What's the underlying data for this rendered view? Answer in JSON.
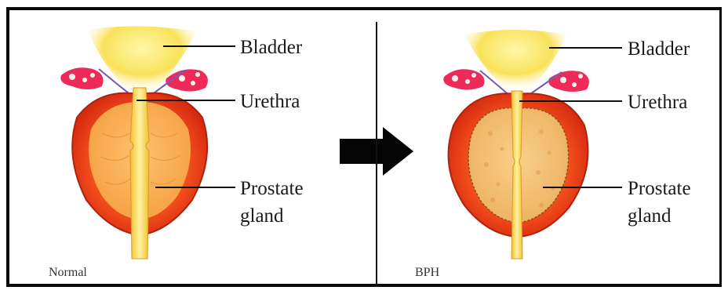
{
  "panels": [
    {
      "caption": "Normal",
      "labels": {
        "bladder": "Bladder",
        "urethra": "Urethra",
        "prostate_line1": "Prostate",
        "prostate_line2": "gland"
      }
    },
    {
      "caption": "BPH",
      "labels": {
        "bladder": "Bladder",
        "urethra": "Urethra",
        "prostate_line1": "Prostate",
        "prostate_line2": "gland"
      }
    }
  ]
}
